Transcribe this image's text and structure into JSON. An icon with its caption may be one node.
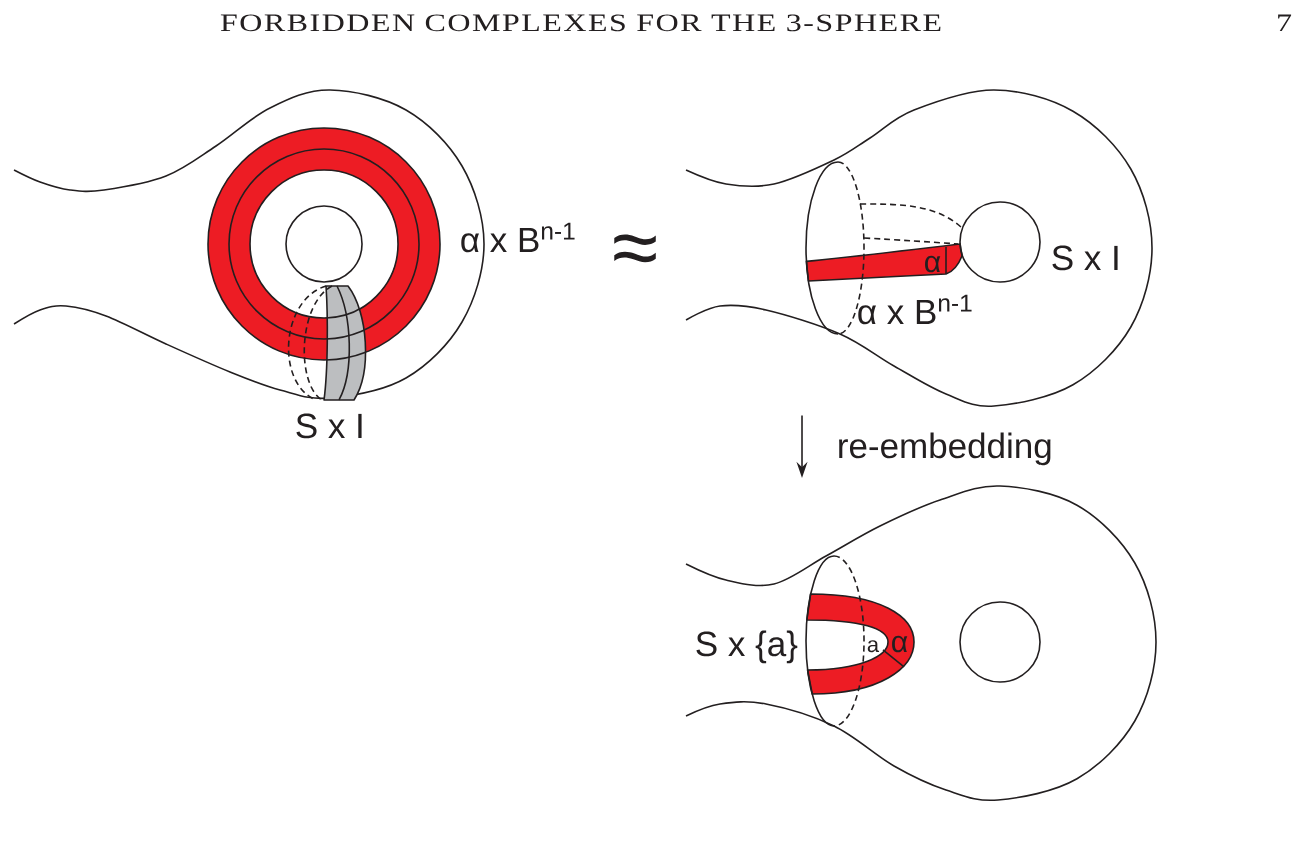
{
  "diagram": {
    "nodes": [
      {
        "text": [],
        "shape": "picture"
      },
      {
        "text": [],
        "shape": "picture"
      },
      {
        "text": [],
        "shape": "picture"
      }
    ],
    "edges": [
      {
        "from": 1,
        "to": 2,
        "arrow": "to",
        "label": "re-embedding"
      }
    ],
    "labels": [
      "FORBIDDEN COMPLEXES FOR THE 3-SPHERE",
      "7",
      "α x B$^{n-1}$",
      "≈",
      "S x I",
      "α",
      "α x B$^{n-1}$",
      "S x I",
      "S x {a}",
      "a",
      "α"
    ]
  }
}
